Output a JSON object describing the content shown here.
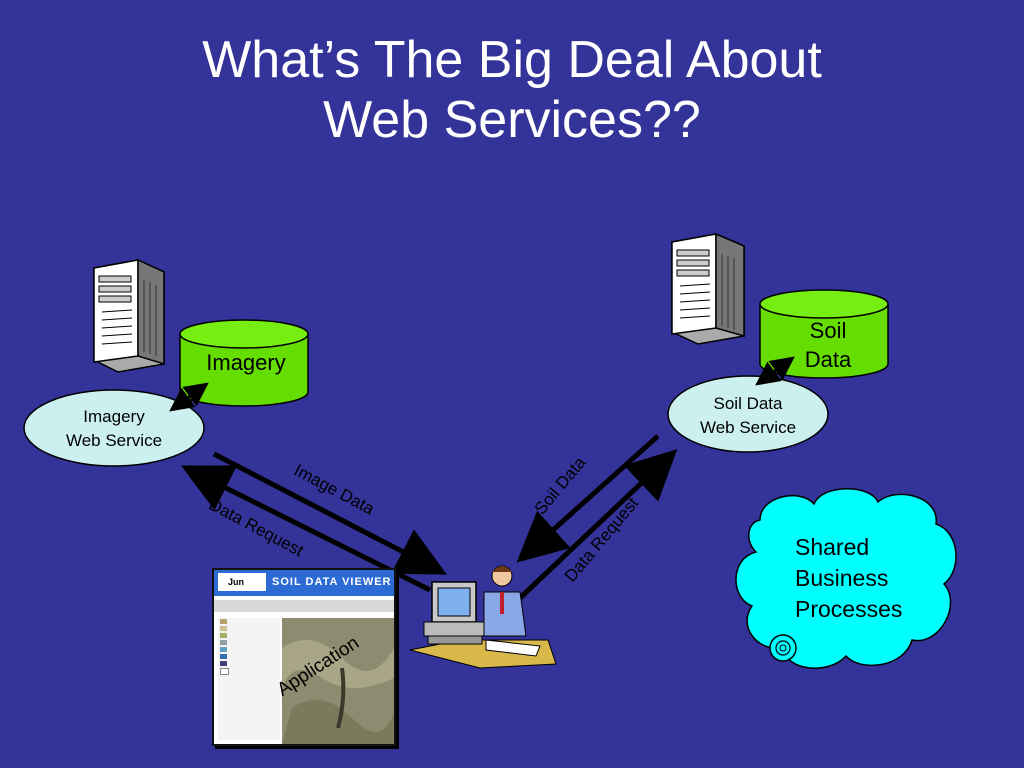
{
  "title": {
    "line1": "What’s The Big Deal About",
    "line2": "Web Services??"
  },
  "nodes": {
    "imagery_db": "Imagery",
    "imagery_service_line1": "Imagery",
    "imagery_service_line2": "Web Service",
    "soil_db_line1": "Soil",
    "soil_db_line2": "Data",
    "soil_service_line1": "Soil Data",
    "soil_service_line2": "Web Service"
  },
  "flows": {
    "image_data": "Image Data",
    "data_request_left": "Data Request",
    "soil_data": "Soil Data",
    "data_request_right": "Data Request",
    "application": "Application"
  },
  "cloud": {
    "line1": "Shared",
    "line2": "Business",
    "line3": "Processes"
  },
  "app_screenshot": {
    "date": "Jun",
    "brand": "SOIL DATA VIEWER"
  },
  "colors": {
    "background": "#333399",
    "database": "#66dd00",
    "service_ellipse": "#ccf0f0",
    "cloud": "#00ffff",
    "arrow": "#000000"
  }
}
